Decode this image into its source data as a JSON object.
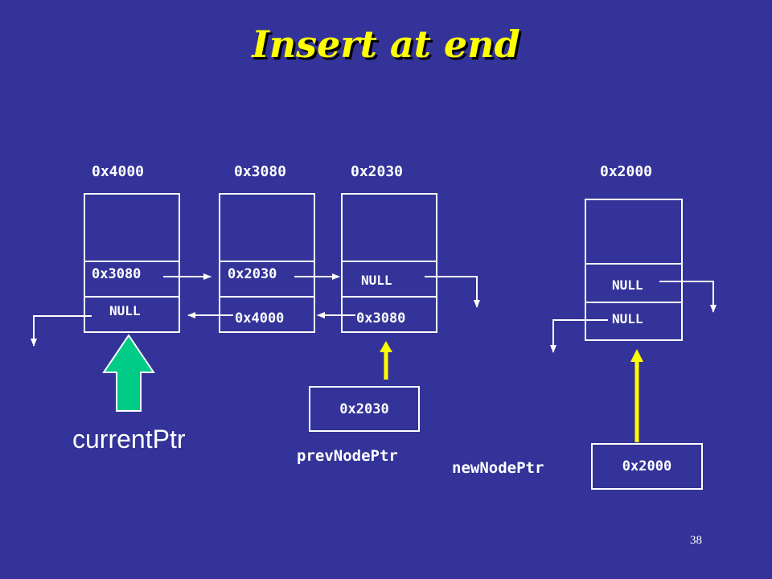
{
  "title": "Insert at end",
  "page_number": "38",
  "nodes": [
    {
      "address": "0x4000",
      "next": "0x3080",
      "prev": "NULL"
    },
    {
      "address": "0x3080",
      "next": "0x2030",
      "prev": "0x4000"
    },
    {
      "address": "0x2030",
      "next": "NULL",
      "prev": "0x3080"
    },
    {
      "address": "0x2000",
      "next": "NULL",
      "prev": "NULL"
    }
  ],
  "pointers": {
    "current": {
      "label": "currentPtr"
    },
    "prev_node": {
      "label": "prevNodePtr",
      "value": "0x2030"
    },
    "new_node": {
      "label": "newNodePtr",
      "value": "0x2000"
    }
  },
  "colors": {
    "background": "#333399",
    "title": "#ffff00",
    "current_arrow": "#00cc88",
    "pointer_arrow": "#ffff00",
    "line": "#ffffff"
  }
}
